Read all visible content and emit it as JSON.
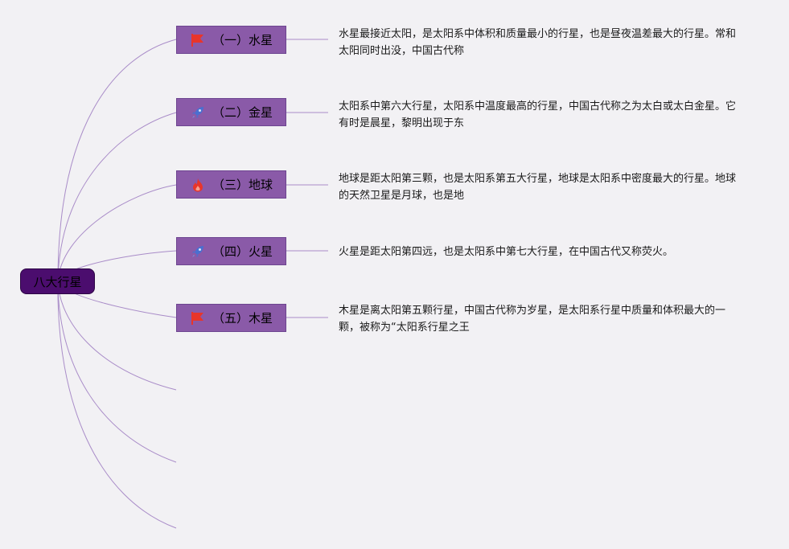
{
  "root": {
    "label": "八大行星"
  },
  "branches": [
    {
      "label": "（一）水星",
      "icon": "red-flag-icon",
      "description": "水星最接近太阳，是太阳系中体积和质量最小的行星，也是昼夜温差最大的行星。常和太阳同时出没，中国古代称"
    },
    {
      "label": "（二）金星",
      "icon": "blue-rocket-icon",
      "description": "太阳系中第六大行星，太阳系中温度最高的行星，中国古代称之为太白或太白金星。它有时是晨星，黎明出现于东"
    },
    {
      "label": "（三）地球",
      "icon": "red-fire-icon",
      "description": "地球是距太阳第三颗，也是太阳系第五大行星，地球是太阳系中密度最大的行星。地球的天然卫星是月球，也是地"
    },
    {
      "label": "（四）火星",
      "icon": "blue-rocket-icon",
      "description": "火星是距太阳第四远，也是太阳系中第七大行星，在中国古代又称荧火。"
    },
    {
      "label": "（五）木星",
      "icon": "red-flag-icon",
      "description": "木星是离太阳第五颗行星，中国古代称为岁星，是太阳系行星中质量和体积最大的一颗，被称为“太阳系行星之王"
    }
  ],
  "colors": {
    "root_fill": "#4b0d6e",
    "branch_fill": "#8a5aa8",
    "connector": "#a98cc8",
    "icon_red": "#e8352b",
    "icon_blue": "#4a6fd0"
  }
}
